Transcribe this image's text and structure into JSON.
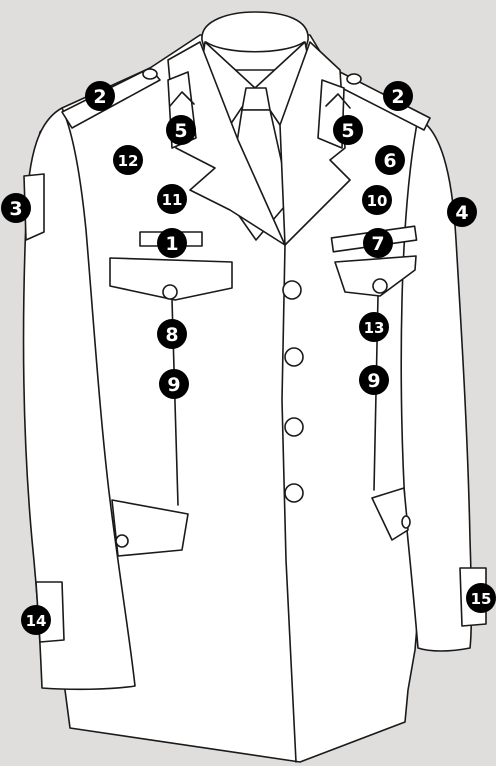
{
  "colors": {
    "background": "#e0dedd",
    "garment_fill": "#ffffff",
    "outline": "#1a1a1a",
    "marker_fill": "#000000",
    "marker_text": "#ffffff"
  },
  "markers": [
    {
      "id": "m1",
      "label": "1"
    },
    {
      "id": "m2a",
      "label": "2"
    },
    {
      "id": "m2b",
      "label": "2"
    },
    {
      "id": "m3",
      "label": "3"
    },
    {
      "id": "m4",
      "label": "4"
    },
    {
      "id": "m5a",
      "label": "5"
    },
    {
      "id": "m5b",
      "label": "5"
    },
    {
      "id": "m6",
      "label": "6"
    },
    {
      "id": "m7",
      "label": "7"
    },
    {
      "id": "m8",
      "label": "8"
    },
    {
      "id": "m9a",
      "label": "9"
    },
    {
      "id": "m9b",
      "label": "9"
    },
    {
      "id": "m10",
      "label": "10"
    },
    {
      "id": "m11",
      "label": "11"
    },
    {
      "id": "m12",
      "label": "12"
    },
    {
      "id": "m13",
      "label": "13"
    },
    {
      "id": "m14",
      "label": "14"
    },
    {
      "id": "m15",
      "label": "15"
    }
  ]
}
